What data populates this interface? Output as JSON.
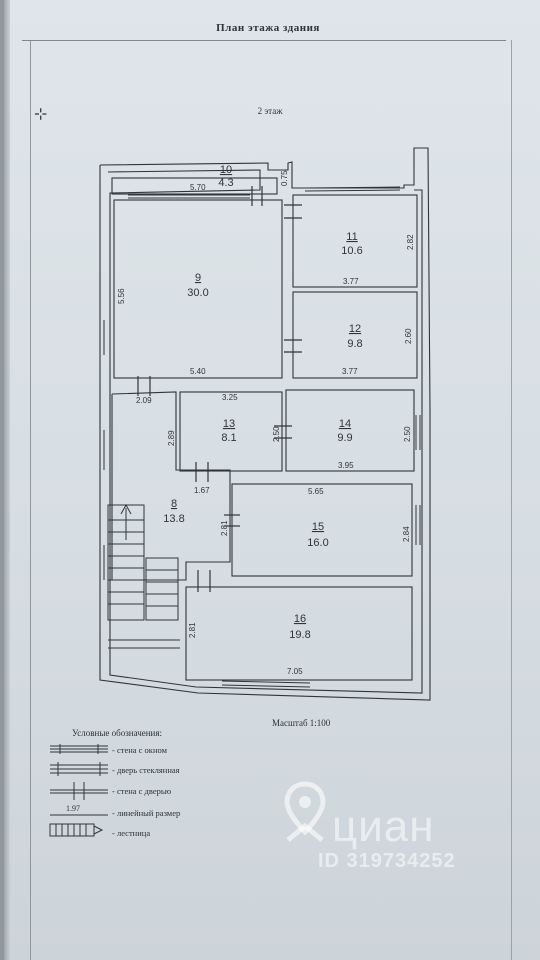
{
  "header": {
    "title": "План этажа  здания"
  },
  "floor": {
    "label": "2 этаж"
  },
  "rooms": [
    {
      "number": "10",
      "area": "4.3"
    },
    {
      "number": "11",
      "area": "10.6"
    },
    {
      "number": "12",
      "area": "9.8"
    },
    {
      "number": "9",
      "area": "30.0"
    },
    {
      "number": "13",
      "area": "8.1"
    },
    {
      "number": "14",
      "area": "9.9"
    },
    {
      "number": "8",
      "area": "13.8"
    },
    {
      "number": "15",
      "area": "16.0"
    },
    {
      "number": "16",
      "area": "19.8"
    }
  ],
  "dimensions": [
    "5.70",
    "0.75",
    "2.82",
    "3.77",
    "5.56",
    "2.60",
    "3.77",
    "5.40",
    "2.09",
    "3.25",
    "2.89",
    "2.50",
    "2.50",
    "3.95",
    "1.67",
    "5.65",
    "2.81",
    "2.84",
    "2.81",
    "7.05"
  ],
  "scale": {
    "label": "Масштаб 1:100"
  },
  "legend": {
    "title": "Условные обозначения:",
    "items": [
      "- стена с окном",
      "- дверь стеклянная",
      "- стена с дверью",
      "- линейный размер",
      "- лестница"
    ],
    "sample_dimension": "1.97"
  },
  "watermark": {
    "brand": "циан",
    "id": "ID 319734252"
  },
  "colors": {
    "paper": "#dce3e8",
    "line": "#2f3539",
    "watermark": "#ffffff"
  },
  "icons": [
    "compass-icon",
    "location-pin-icon"
  ]
}
